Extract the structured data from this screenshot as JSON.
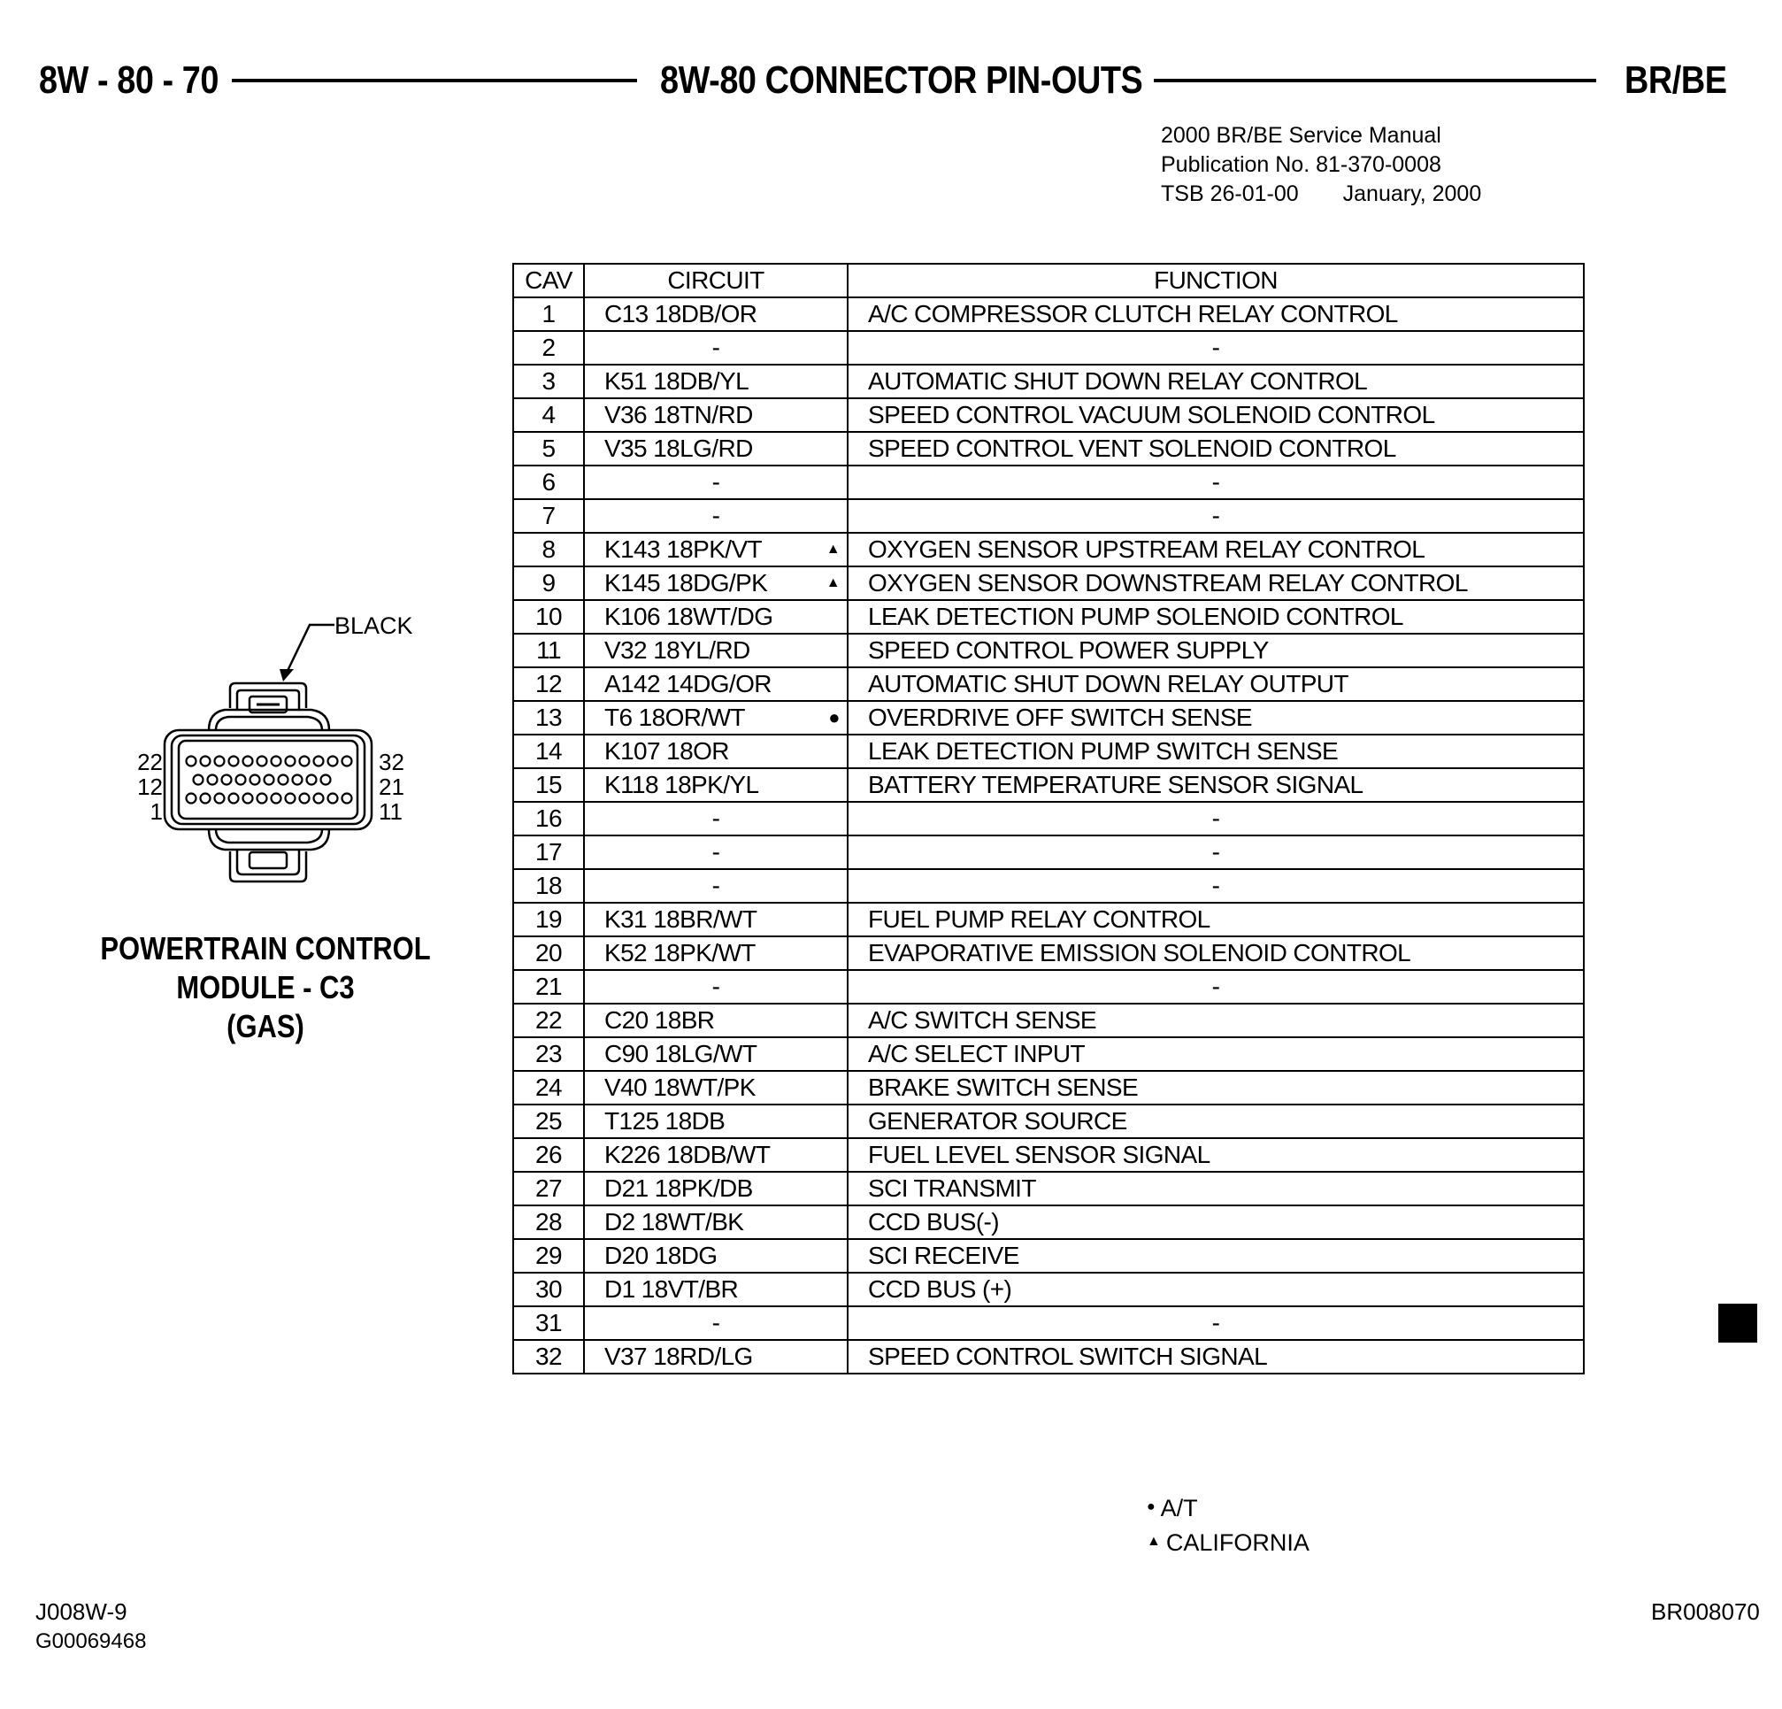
{
  "header": {
    "page_code": "8W - 80 - 70",
    "title": "8W-80 CONNECTOR PIN-OUTS",
    "model": "BR/BE"
  },
  "publication": {
    "manual": "2000 BR/BE Service Manual",
    "number": "Publication No. 81-370-0008",
    "tsb": "TSB 26-01-00",
    "date": "January, 2000"
  },
  "connector": {
    "color_label": "BLACK",
    "left_numbers": [
      "22",
      "12",
      "1"
    ],
    "right_numbers": [
      "32",
      "21",
      "11"
    ],
    "title_line1": "POWERTRAIN CONTROL",
    "title_line2": "MODULE - C3",
    "title_line3": "(GAS)"
  },
  "table": {
    "headers": [
      "CAV",
      "CIRCUIT",
      "FUNCTION"
    ],
    "rows": [
      {
        "cav": "1",
        "circuit": "C13 18DB/OR",
        "function": "A/C COMPRESSOR CLUTCH RELAY CONTROL",
        "mark": ""
      },
      {
        "cav": "2",
        "circuit": "-",
        "function": "-",
        "mark": ""
      },
      {
        "cav": "3",
        "circuit": "K51 18DB/YL",
        "function": "AUTOMATIC SHUT DOWN RELAY CONTROL",
        "mark": ""
      },
      {
        "cav": "4",
        "circuit": "V36 18TN/RD",
        "function": "SPEED CONTROL VACUUM SOLENOID CONTROL",
        "mark": ""
      },
      {
        "cav": "5",
        "circuit": "V35 18LG/RD",
        "function": "SPEED CONTROL VENT SOLENOID CONTROL",
        "mark": ""
      },
      {
        "cav": "6",
        "circuit": "-",
        "function": "-",
        "mark": ""
      },
      {
        "cav": "7",
        "circuit": "-",
        "function": "-",
        "mark": ""
      },
      {
        "cav": "8",
        "circuit": "K143 18PK/VT",
        "function": "OXYGEN SENSOR UPSTREAM RELAY CONTROL",
        "mark": "▲"
      },
      {
        "cav": "9",
        "circuit": "K145 18DG/PK",
        "function": "OXYGEN SENSOR DOWNSTREAM RELAY CONTROL",
        "mark": "▲"
      },
      {
        "cav": "10",
        "circuit": "K106 18WT/DG",
        "function": "LEAK DETECTION PUMP SOLENOID CONTROL",
        "mark": ""
      },
      {
        "cav": "11",
        "circuit": "V32 18YL/RD",
        "function": "SPEED CONTROL POWER SUPPLY",
        "mark": ""
      },
      {
        "cav": "12",
        "circuit": "A142 14DG/OR",
        "function": "AUTOMATIC SHUT DOWN RELAY OUTPUT",
        "mark": ""
      },
      {
        "cav": "13",
        "circuit": "T6 18OR/WT",
        "function": "OVERDRIVE OFF SWITCH SENSE",
        "mark": "●"
      },
      {
        "cav": "14",
        "circuit": "K107 18OR",
        "function": "LEAK DETECTION PUMP SWITCH SENSE",
        "mark": ""
      },
      {
        "cav": "15",
        "circuit": "K118 18PK/YL",
        "function": "BATTERY TEMPERATURE SENSOR SIGNAL",
        "mark": ""
      },
      {
        "cav": "16",
        "circuit": "-",
        "function": "-",
        "mark": ""
      },
      {
        "cav": "17",
        "circuit": "-",
        "function": "-",
        "mark": ""
      },
      {
        "cav": "18",
        "circuit": "-",
        "function": "-",
        "mark": ""
      },
      {
        "cav": "19",
        "circuit": "K31 18BR/WT",
        "function": "FUEL PUMP RELAY CONTROL",
        "mark": ""
      },
      {
        "cav": "20",
        "circuit": "K52 18PK/WT",
        "function": "EVAPORATIVE EMISSION SOLENOID CONTROL",
        "mark": ""
      },
      {
        "cav": "21",
        "circuit": "-",
        "function": "-",
        "mark": ""
      },
      {
        "cav": "22",
        "circuit": "C20 18BR",
        "function": "A/C SWITCH SENSE",
        "mark": ""
      },
      {
        "cav": "23",
        "circuit": "C90 18LG/WT",
        "function": "A/C SELECT INPUT",
        "mark": ""
      },
      {
        "cav": "24",
        "circuit": "V40 18WT/PK",
        "function": "BRAKE SWITCH SENSE",
        "mark": ""
      },
      {
        "cav": "25",
        "circuit": "T125 18DB",
        "function": "GENERATOR SOURCE",
        "mark": ""
      },
      {
        "cav": "26",
        "circuit": "K226 18DB/WT",
        "function": "FUEL LEVEL SENSOR SIGNAL",
        "mark": ""
      },
      {
        "cav": "27",
        "circuit": "D21 18PK/DB",
        "function": "SCI TRANSMIT",
        "mark": ""
      },
      {
        "cav": "28",
        "circuit": "D2 18WT/BK",
        "function": "CCD BUS(-)",
        "mark": ""
      },
      {
        "cav": "29",
        "circuit": "D20 18DG",
        "function": "SCI RECEIVE",
        "mark": ""
      },
      {
        "cav": "30",
        "circuit": "D1 18VT/BR",
        "function": "CCD BUS (+)",
        "mark": ""
      },
      {
        "cav": "31",
        "circuit": "-",
        "function": "-",
        "mark": ""
      },
      {
        "cav": "32",
        "circuit": "V37 18RD/LG",
        "function": "SPEED CONTROL SWITCH SIGNAL",
        "mark": ""
      }
    ]
  },
  "legend": [
    {
      "symbol": "●",
      "label": "A/T"
    },
    {
      "symbol": "▲",
      "label": "CALIFORNIA"
    }
  ],
  "footer": {
    "left_code1": "J008W-9",
    "left_code2": "G00069468",
    "right_code": "BR008070"
  }
}
